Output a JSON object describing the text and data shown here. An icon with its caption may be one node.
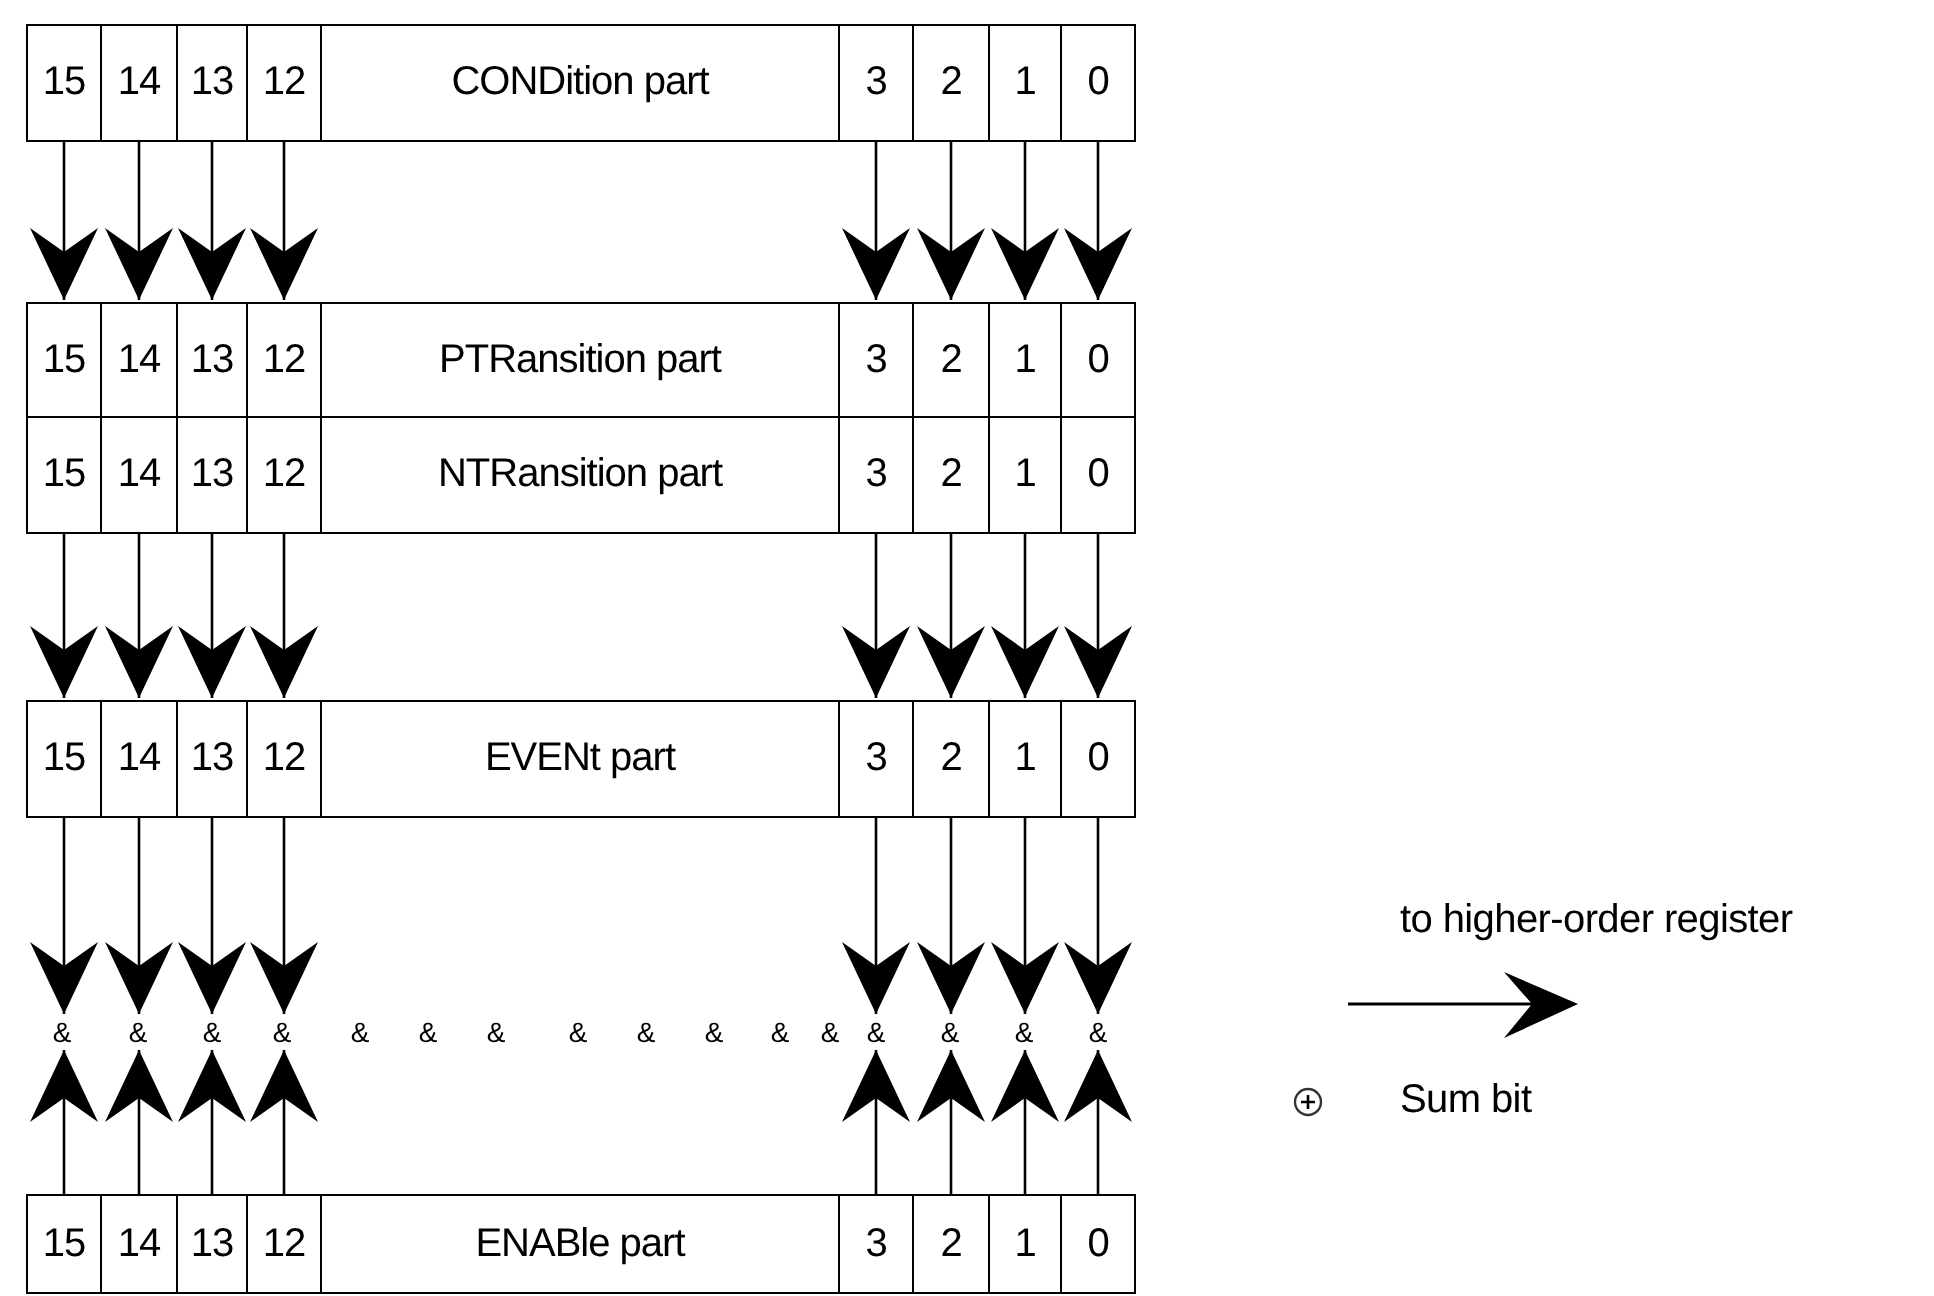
{
  "diagram": {
    "nodes": [
      {
        "text": [
          "15"
        ]
      },
      {
        "text": [
          "14"
        ]
      },
      {
        "text": [
          "13"
        ]
      },
      {
        "text": [
          "12"
        ]
      },
      {
        "text": [
          "CONDition part"
        ]
      },
      {
        "text": [
          "3"
        ]
      },
      {
        "text": [
          "2"
        ]
      },
      {
        "text": [
          "1"
        ]
      },
      {
        "text": [
          "0"
        ]
      },
      {
        "text": [
          "15"
        ]
      },
      {
        "text": [
          "14"
        ]
      },
      {
        "text": [
          "13"
        ]
      },
      {
        "text": [
          "12"
        ]
      },
      {
        "text": [
          "PTRansition part"
        ]
      },
      {
        "text": [
          "3"
        ]
      },
      {
        "text": [
          "2"
        ]
      },
      {
        "text": [
          "1"
        ]
      },
      {
        "text": [
          "0"
        ]
      },
      {
        "text": [
          "15"
        ]
      },
      {
        "text": [
          "14"
        ]
      },
      {
        "text": [
          "13"
        ]
      },
      {
        "text": [
          "12"
        ]
      },
      {
        "text": [
          "NTRansition part"
        ]
      },
      {
        "text": [
          "3"
        ]
      },
      {
        "text": [
          "2"
        ]
      },
      {
        "text": [
          "1"
        ]
      },
      {
        "text": [
          "0"
        ]
      },
      {
        "text": [
          "15"
        ]
      },
      {
        "text": [
          "14"
        ]
      },
      {
        "text": [
          "13"
        ]
      },
      {
        "text": [
          "12"
        ]
      },
      {
        "text": [
          "EVENt part"
        ]
      },
      {
        "text": [
          "3"
        ]
      },
      {
        "text": [
          "2"
        ]
      },
      {
        "text": [
          "1"
        ]
      },
      {
        "text": [
          "0"
        ]
      },
      {
        "text": [
          "&"
        ]
      },
      {
        "text": [
          "&"
        ]
      },
      {
        "text": [
          "&"
        ]
      },
      {
        "text": [
          "&"
        ]
      },
      {
        "text": [
          "&"
        ]
      },
      {
        "text": [
          "&"
        ]
      },
      {
        "text": [
          "&"
        ]
      },
      {
        "text": [
          "&"
        ]
      },
      {
        "text": [
          "&"
        ]
      },
      {
        "text": [
          "&"
        ]
      },
      {
        "text": [
          "&"
        ]
      },
      {
        "text": [
          "&"
        ]
      },
      {
        "text": [
          "&"
        ]
      },
      {
        "text": [
          "&"
        ]
      },
      {
        "text": [
          "&"
        ]
      },
      {
        "text": [
          "&"
        ]
      },
      {
        "text": [
          "15"
        ]
      },
      {
        "text": [
          "14"
        ]
      },
      {
        "text": [
          "13"
        ]
      },
      {
        "text": [
          "12"
        ]
      },
      {
        "text": [
          "ENABle part"
        ]
      },
      {
        "text": [
          "3"
        ]
      },
      {
        "text": [
          "2"
        ]
      },
      {
        "text": [
          "1"
        ]
      },
      {
        "text": [
          "0"
        ]
      }
    ],
    "edges": [
      {
        "from": 0,
        "to": 9,
        "arrow": "to"
      },
      {
        "from": 1,
        "to": 10,
        "arrow": "to"
      },
      {
        "from": 2,
        "to": 11,
        "arrow": "to"
      },
      {
        "from": 3,
        "to": 12,
        "arrow": "to"
      },
      {
        "from": 5,
        "to": 14,
        "arrow": "to"
      },
      {
        "from": 6,
        "to": 15,
        "arrow": "to"
      },
      {
        "from": 7,
        "to": 16,
        "arrow": "to"
      },
      {
        "from": 8,
        "to": 17,
        "arrow": "to"
      },
      {
        "from": 18,
        "to": 27,
        "arrow": "to"
      },
      {
        "from": 19,
        "to": 28,
        "arrow": "to"
      },
      {
        "from": 20,
        "to": 29,
        "arrow": "to"
      },
      {
        "from": 21,
        "to": 30,
        "arrow": "to"
      },
      {
        "from": 23,
        "to": 32,
        "arrow": "to"
      },
      {
        "from": 24,
        "to": 33,
        "arrow": "to"
      },
      {
        "from": 25,
        "to": 34,
        "arrow": "to"
      },
      {
        "from": 26,
        "to": 35,
        "arrow": "to"
      },
      {
        "from": 27,
        "to": 36,
        "arrow": "to"
      },
      {
        "from": 28,
        "to": 37,
        "arrow": "to"
      },
      {
        "from": 29,
        "to": 38,
        "arrow": "to"
      },
      {
        "from": 30,
        "to": 39,
        "arrow": "to"
      },
      {
        "from": 32,
        "to": 48,
        "arrow": "to"
      },
      {
        "from": 33,
        "to": 49,
        "arrow": "to"
      },
      {
        "from": 34,
        "to": 50,
        "arrow": "to"
      },
      {
        "from": 35,
        "to": 51,
        "arrow": "to"
      },
      {
        "from": 52,
        "to": 36,
        "arrow": "to"
      },
      {
        "from": 53,
        "to": 37,
        "arrow": "to"
      },
      {
        "from": 54,
        "to": 38,
        "arrow": "to"
      },
      {
        "from": 55,
        "to": 39,
        "arrow": "to"
      },
      {
        "from": 57,
        "to": 48,
        "arrow": "to"
      },
      {
        "from": 58,
        "to": 49,
        "arrow": "to"
      },
      {
        "from": 59,
        "to": 50,
        "arrow": "to"
      },
      {
        "from": 60,
        "to": 51,
        "arrow": "to"
      }
    ],
    "labels": [
      "to higher-order register"
    ],
    "legend": [
      {
        "text": "Sum bit"
      }
    ]
  }
}
